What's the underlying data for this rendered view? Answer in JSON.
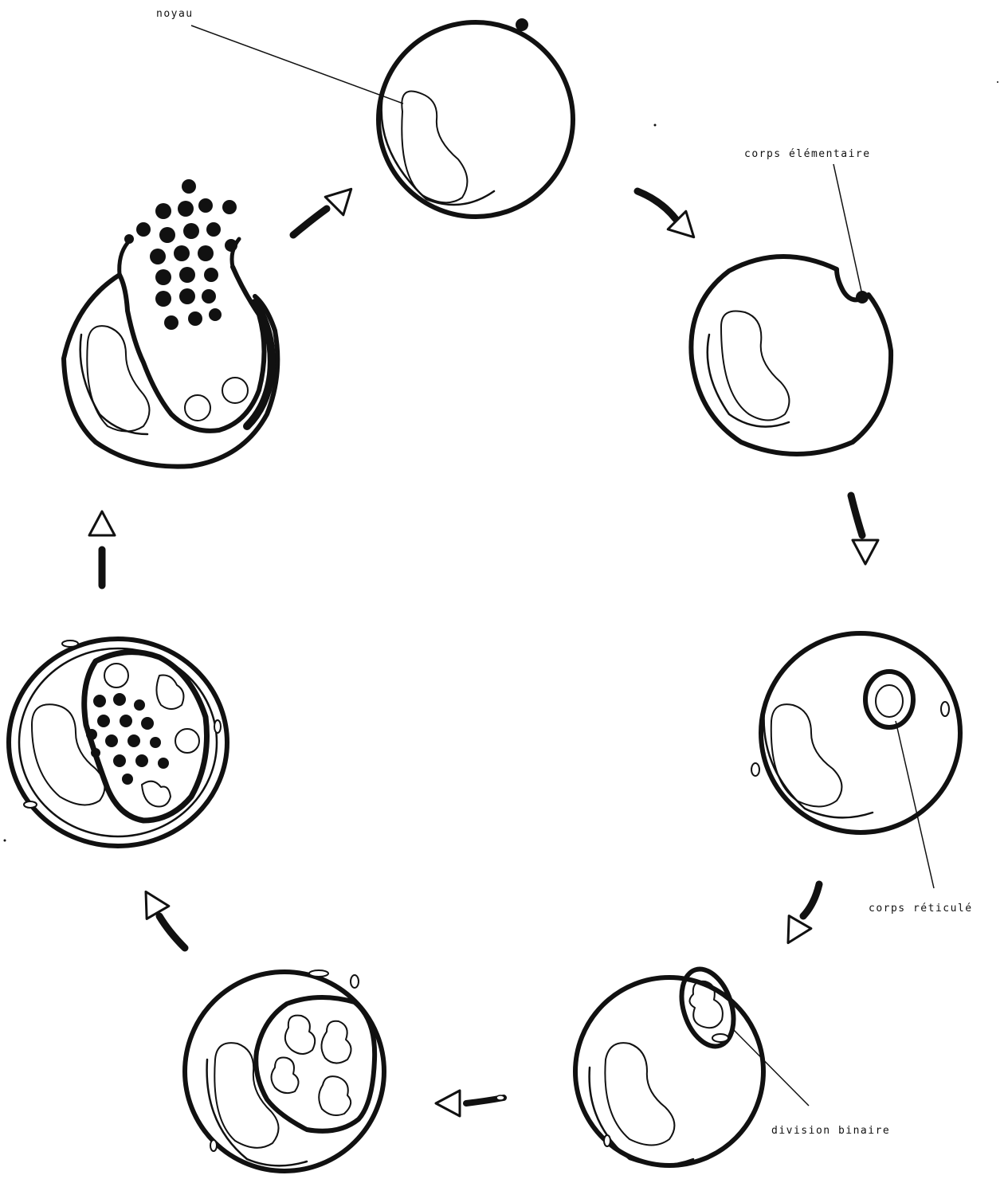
{
  "labels": {
    "noyau": "noyau",
    "corps_elementaire": "corps élémentaire",
    "corps_reticule": "corps réticulé",
    "division_binaire": "division binaire"
  },
  "colors": {
    "ink": "#111111",
    "background": "#ffffff"
  }
}
